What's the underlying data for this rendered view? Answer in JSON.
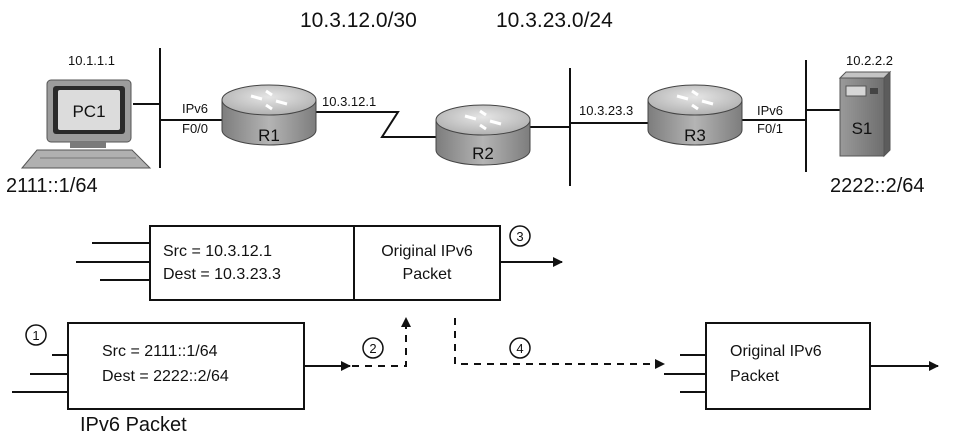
{
  "subnets": {
    "r1_r2": "10.3.12.0/30",
    "r2_r3": "10.3.23.0/24"
  },
  "devices": {
    "pc1": {
      "name": "PC1",
      "ipv4": "10.1.1.1",
      "ipv6": "2111::1/64"
    },
    "r1": {
      "name": "R1",
      "proto": "IPv6",
      "iface": "F0/0",
      "serial_ip": "10.3.12.1"
    },
    "r2": {
      "name": "R2"
    },
    "r3": {
      "name": "R3",
      "lan_ip": "10.3.23.3",
      "proto": "IPv6",
      "iface": "F0/1"
    },
    "s1": {
      "name": "S1",
      "ipv4": "10.2.2.2",
      "ipv6": "2222::2/64"
    }
  },
  "tunnel_packet": {
    "src": "Src = 10.3.12.1",
    "dest": "Dest = 10.3.23.3",
    "payload_line1": "Original IPv6",
    "payload_line2": "Packet"
  },
  "ipv6_packet": {
    "src": "Src = 2111::1/64",
    "dest": "Dest = 2222::2/64",
    "caption": "IPv6 Packet"
  },
  "result_packet": {
    "line1": "Original IPv6",
    "line2": "Packet"
  },
  "steps": [
    "1",
    "2",
    "3",
    "4"
  ],
  "colors": {
    "stroke": "#111111",
    "router_body": "#9a9a9a",
    "router_top": "#c8c8c8",
    "server": "#8a8a8a",
    "pc_case": "#b5b5b5",
    "pc_screen": "#d8d8d8"
  }
}
